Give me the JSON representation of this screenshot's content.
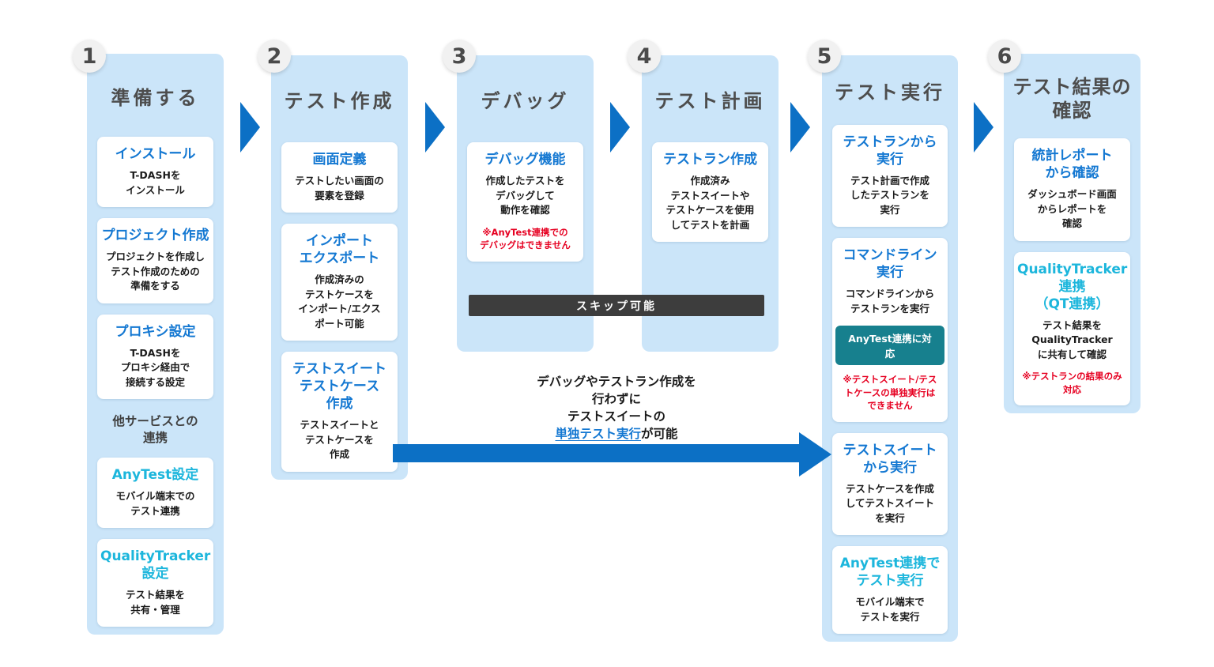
{
  "columns": [
    {
      "number": "1",
      "title": "準備する",
      "section_label": "他サービスとの\n連携",
      "cards": [
        {
          "title": "インストール",
          "body": "T-DASHを\nインストール"
        },
        {
          "title": "プロジェクト作成",
          "body": "プロジェクトを作成し\nテスト作成のための\n準備をする"
        },
        {
          "title": "プロキシ設定",
          "body": "T-DASHを\nプロキシ経由で\n接続する設定"
        },
        {
          "title": "AnyTest設定",
          "body": "モバイル端末での\nテスト連携"
        },
        {
          "title": "QualityTracker\n設定",
          "body": "テスト結果を\n共有・管理"
        }
      ]
    },
    {
      "number": "2",
      "title": "テスト作成",
      "cards": [
        {
          "title": "画面定義",
          "body": "テストしたい画面の\n要素を登録"
        },
        {
          "title": "インポート\nエクスポート",
          "body": "作成済みの\nテストケースを\nインポート/エクス\nポート可能"
        },
        {
          "title": "テストスイート\nテストケース\n作成",
          "body": "テストスイートと\nテストケースを\n作成"
        }
      ]
    },
    {
      "number": "3",
      "title": "デバッグ",
      "cards": [
        {
          "title": "デバッグ機能",
          "body": "作成したテストを\nデバッグして\n動作を確認",
          "note": "※AnyTest連携での\nデバッグはできません"
        }
      ]
    },
    {
      "number": "4",
      "title": "テスト計画",
      "cards": [
        {
          "title": "テストラン作成",
          "body": "作成済み\nテストスイートや\nテストケースを使用\nしてテストを計画"
        }
      ]
    },
    {
      "number": "5",
      "title": "テスト実行",
      "cards": [
        {
          "title": "テストランから\n実行",
          "body": "テスト計画で作成\nしたテストランを\n実行"
        },
        {
          "title": "コマンドライン\n実行",
          "body": "コマンドラインから\nテストランを実行",
          "badge": "AnyTest連携に対応",
          "note": "※テストスイート/テス\nトケースの単独実行は\nできません"
        },
        {
          "title": "テストスイート\nから実行",
          "body": "テストケースを作成\nしてテストスイート\nを実行"
        },
        {
          "title": "AnyTest連携で\nテスト実行",
          "body": "モバイル端末で\nテストを実行"
        }
      ]
    },
    {
      "number": "6",
      "title": "テスト結果の\n確認",
      "cards": [
        {
          "title": "統計レポート\nから確認",
          "body": "ダッシュボード画面\nからレポートを\n確認"
        },
        {
          "title": "QualityTracker\n連携\n（QT連携）",
          "body": "テスト結果を\nQualityTracker\nに共有して確認",
          "note": "※テストランの結果のみ\n対応"
        }
      ]
    }
  ],
  "skip_banner": "スキップ可能",
  "bypass_note": {
    "lines": "デバッグやテストラン作成を\n行わずに\nテストスイートの\n",
    "link": "単独テスト実行",
    "suffix": "が可能"
  },
  "colors": {
    "panel_bg": "#cbe5f9",
    "arrow_blue": "#0c70c5",
    "title_blue": "#1478d2",
    "title_cyan": "#1cb6dc",
    "note_red": "#e60021",
    "skip_banner_bg": "#3d3d3d",
    "anytest_badge_bg": "#17808e",
    "header_gray": "#4d4d4d"
  }
}
